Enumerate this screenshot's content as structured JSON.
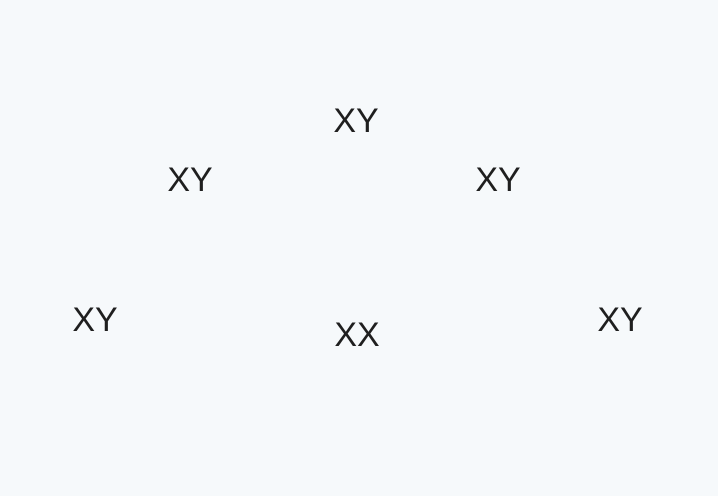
{
  "diagram": {
    "nodes": [
      {
        "id": "top",
        "label": "XY"
      },
      {
        "id": "upper-left",
        "label": "XY"
      },
      {
        "id": "upper-right",
        "label": "XY"
      },
      {
        "id": "lower-left",
        "label": "XY"
      },
      {
        "id": "center",
        "label": "XX"
      },
      {
        "id": "lower-right",
        "label": "XY"
      }
    ]
  }
}
